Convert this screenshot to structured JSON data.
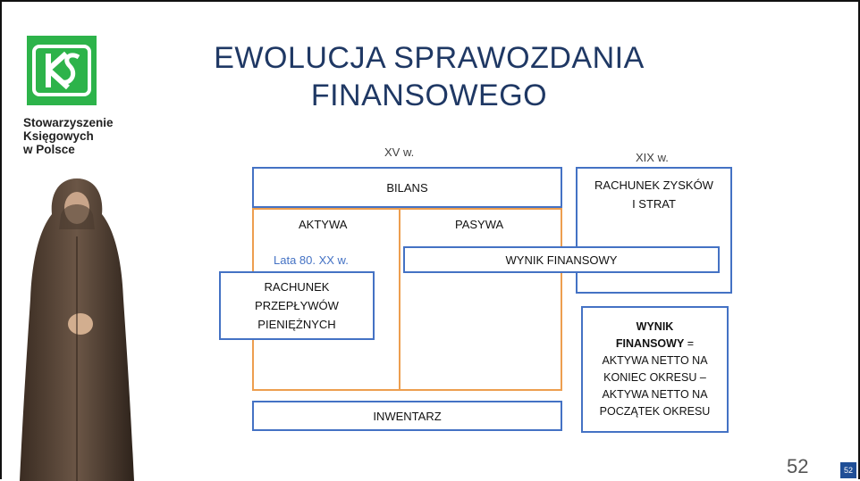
{
  "slide": {
    "title_line1": "EWOLUCJA SPRAWOZDANIA",
    "title_line2": "FINANSOWEGO",
    "page_number": "52",
    "page_badge": "52"
  },
  "org": {
    "line1": "Stowarzyszenie",
    "line2": "Księgowych",
    "line3": "w Polsce"
  },
  "diagram": {
    "label_xv": "XV w.",
    "label_xix": "XIX w.",
    "label_80s": "Lata 80. XX w.",
    "bilans": "BILANS",
    "aktywa": "AKTYWA",
    "pasywa": "PASYWA",
    "wynik_finansowy": "WYNIK FINANSOWY",
    "rzis_line1": "RACHUNEK ZYSKÓW",
    "rzis_line2": "I STRAT",
    "cf_line1": "RACHUNEK",
    "cf_line2": "PRZEPŁYWÓW",
    "cf_line3": "PIENIĘŻNYCH",
    "inwentarz": "INWENTARZ",
    "def_bold1": "WYNIK",
    "def_bold2": "FINANSOWY",
    "def_eq": " =",
    "def_line3": "AKTYWA NETTO NA",
    "def_line4": "KONIEC OKRESU –",
    "def_line5": "AKTYWA NETTO NA",
    "def_line6": "POCZĄTEK OKRESU"
  },
  "colors": {
    "accent_blue": "#4472c4",
    "accent_orange": "#ed9e4f",
    "logo_green": "#2db34a",
    "title_color": "#1f3864"
  }
}
